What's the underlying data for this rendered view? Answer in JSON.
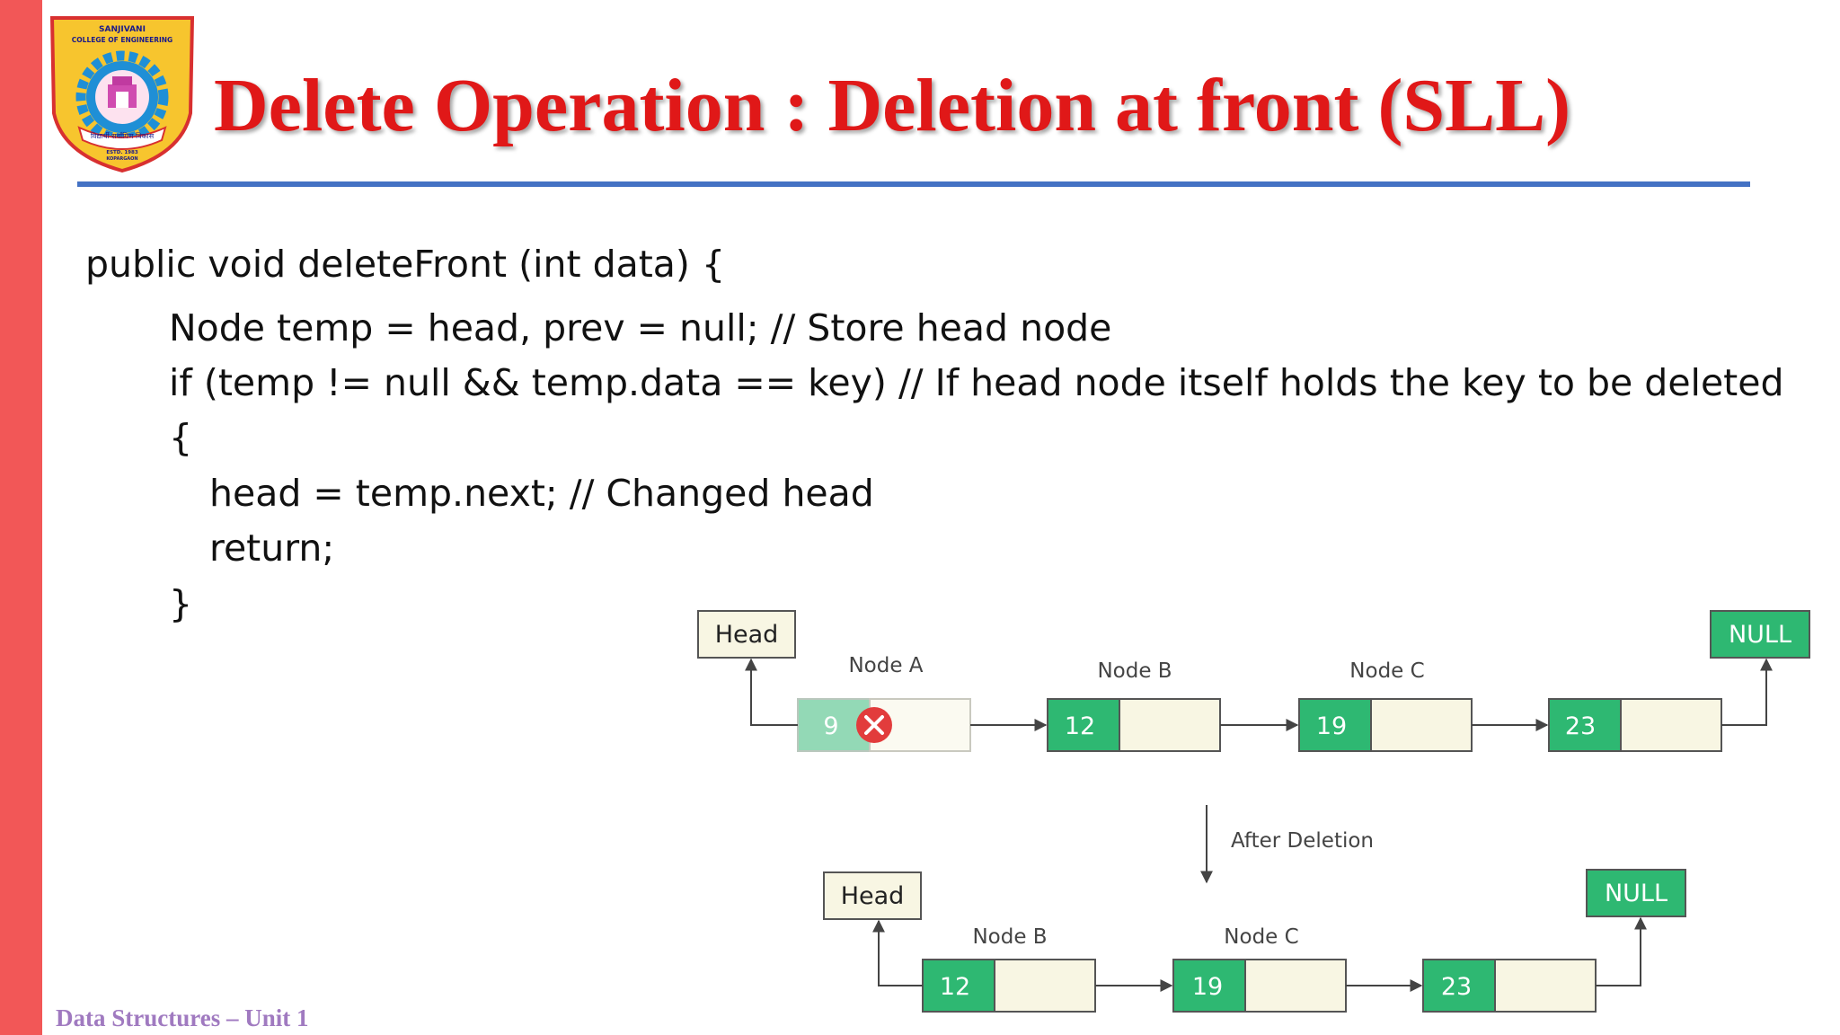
{
  "slide": {
    "title": "Delete Operation : Deletion at front (SLL)",
    "footer": "Data Structures – Unit 1",
    "accent_color": "#f25757",
    "title_color": "#e01818",
    "rule_color": "#4472c4"
  },
  "logo": {
    "top_text": "SANJIVANI",
    "name_text": "COLLEGE OF ENGINEERING",
    "motto_text": "विद्यार्थी सर्वांगिण विकास",
    "estd_text": "ESTD. 1983",
    "place_text": "KOPARGAON"
  },
  "code": {
    "lines": [
      "public void deleteFront (int data) {",
      "Node temp = head, prev = null; // Store head node",
      "if (temp != null && temp.data == key) // If head node itself holds the key to be deleted",
      "{",
      "head = temp.next; // Changed head",
      "return;",
      "}"
    ]
  },
  "diagram": {
    "before": {
      "head_label": "Head",
      "null_label": "NULL",
      "nodes": [
        {
          "name": "Node A",
          "value": "9",
          "deleted": true
        },
        {
          "name": "Node B",
          "value": "12"
        },
        {
          "name": "Node C",
          "value": "19"
        },
        {
          "name": "",
          "value": "23"
        }
      ]
    },
    "transition_label": "After Deletion",
    "after": {
      "head_label": "Head",
      "null_label": "NULL",
      "nodes": [
        {
          "name": "Node B",
          "value": "12"
        },
        {
          "name": "Node C",
          "value": "19"
        },
        {
          "name": "",
          "value": "23"
        }
      ]
    },
    "colors": {
      "node_green": "#2eb872",
      "node_green_faded": "#93d9b6",
      "pointer_fill": "#f8f6e3",
      "delete_red": "#e23c3c"
    }
  }
}
